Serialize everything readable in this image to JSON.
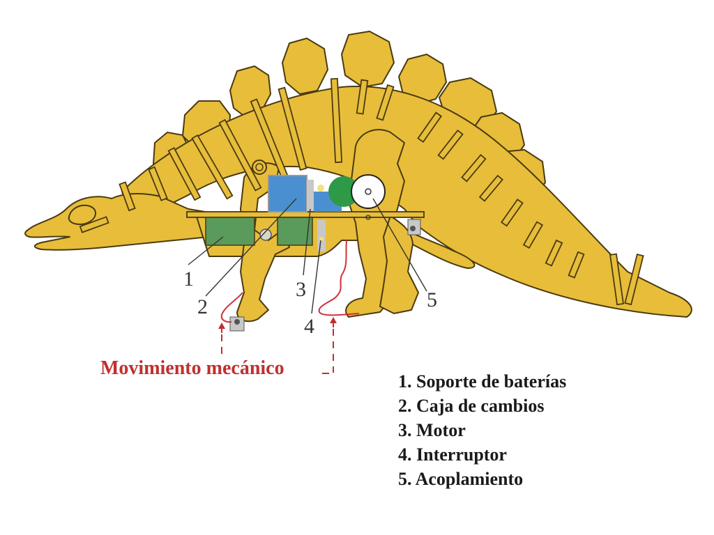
{
  "diagram": {
    "colors": {
      "body": "#e7bd3a",
      "outline": "#4a3a10",
      "battery_holder": "#5a9a5a",
      "motor": "#4a90d0",
      "gear_green": "#2e9a48",
      "gear_white": "#ffffff",
      "metal": "#c8c8c8",
      "wire": "#d0303a",
      "motion_text": "#c0302f"
    },
    "callouts": [
      "1",
      "2",
      "3",
      "4",
      "5"
    ],
    "motion_label": "Movimiento mecánico",
    "legend": [
      "1. Soporte de baterías",
      "2. Caja de cambios",
      "3. Motor",
      "4. Interruptor",
      "5. Acoplamiento"
    ]
  }
}
